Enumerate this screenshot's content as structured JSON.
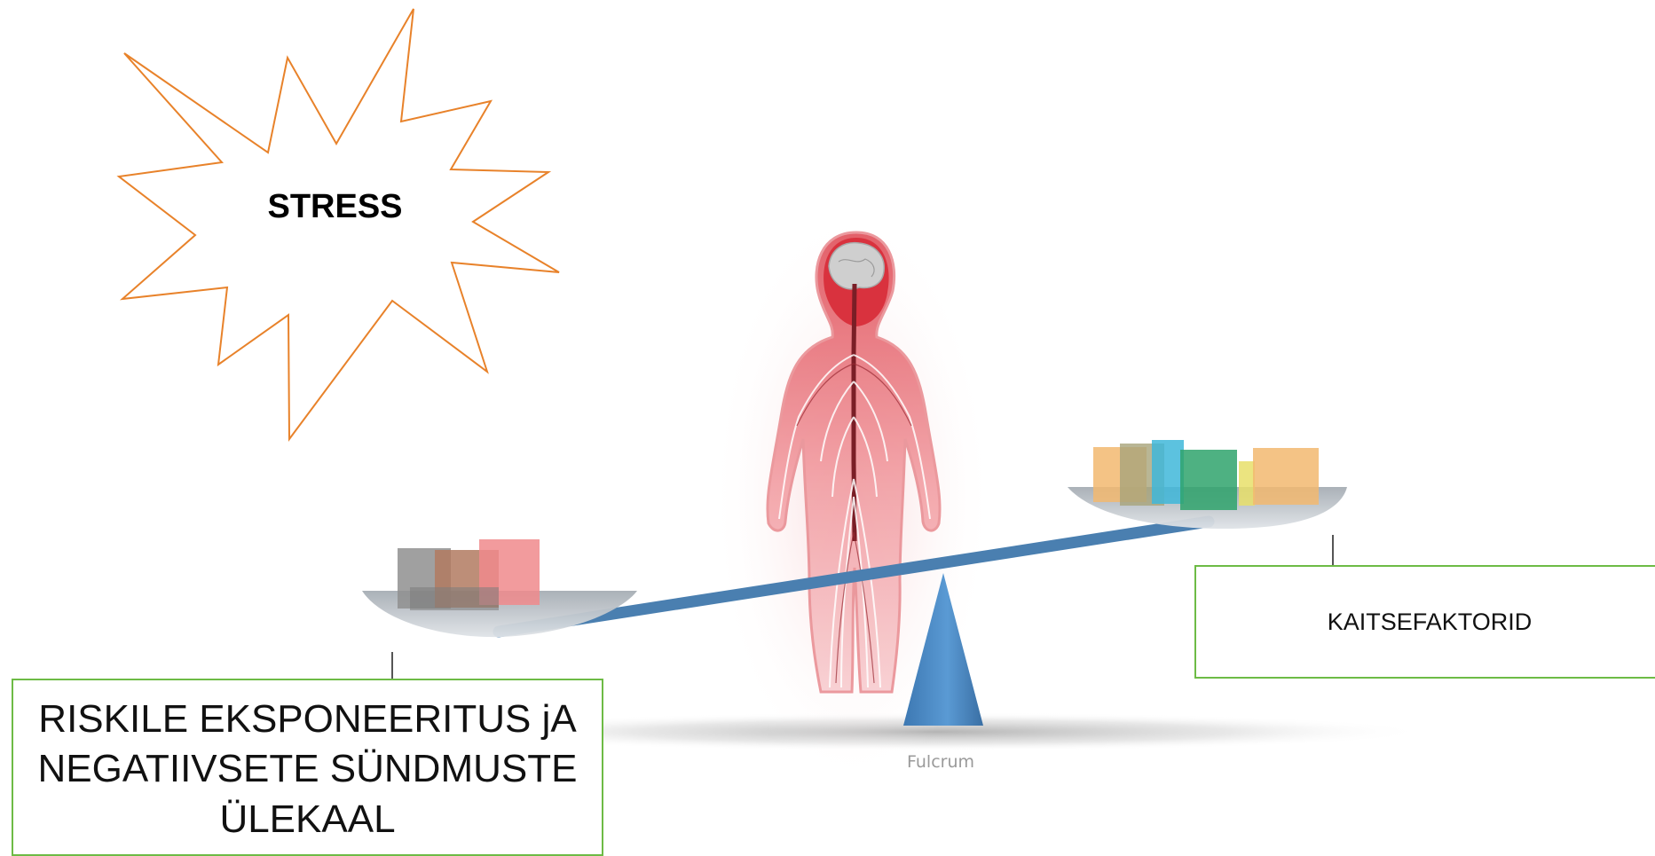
{
  "diagram": {
    "stress_label": "STRESS",
    "left_box_text": "RISKILE EKSPONEERITUS jA NEGATIIVSETE SÜNDMUSTE ÜLEKAAL",
    "right_box_text": "KAITSEFAKTORID",
    "fulcrum_label": "Fulcrum"
  },
  "colors": {
    "starburst_outline": "#e8822a",
    "box_border": "#6dbb45",
    "beam": "#4a7fb0",
    "fulcrum": "#4d8cc8",
    "body_outline": "#d0404a",
    "brain": "#c9c9c9"
  }
}
